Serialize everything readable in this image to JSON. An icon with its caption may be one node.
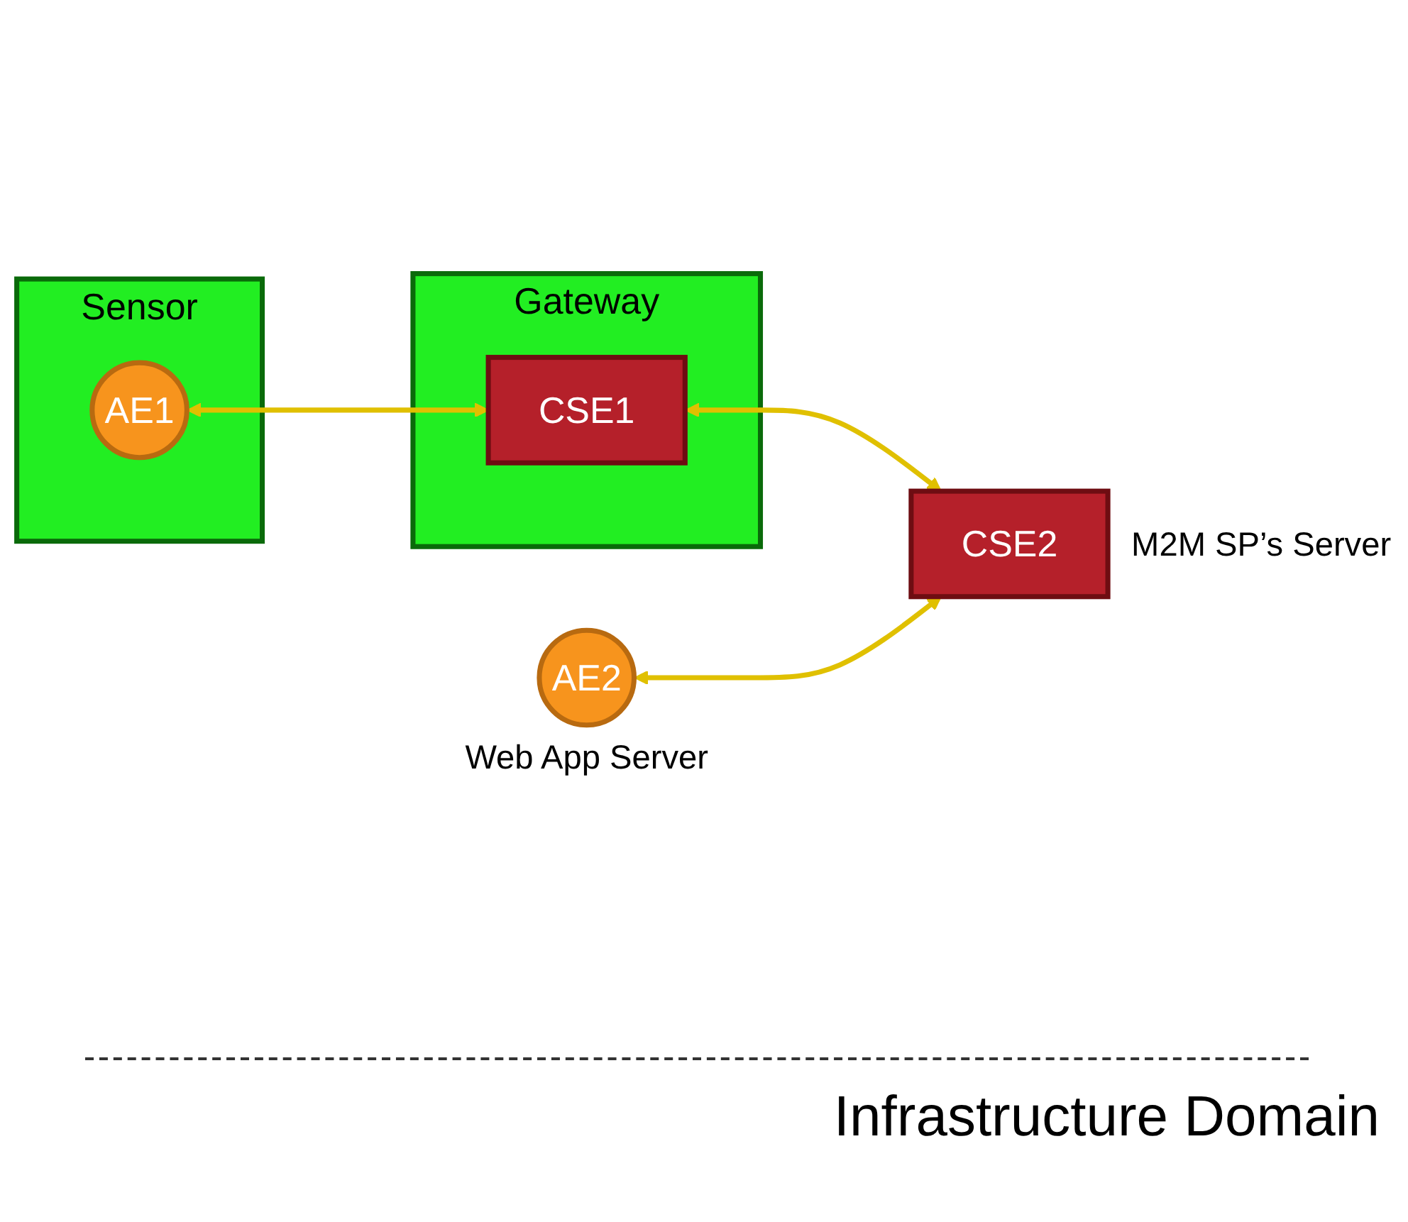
{
  "diagram": {
    "nodes": [
      {
        "text": [
          "Sensor"
        ]
      },
      {
        "text": [
          "AE1"
        ],
        "in": 0
      },
      {
        "text": [
          "Gateway"
        ]
      },
      {
        "text": [
          "CSE1"
        ],
        "in": 2
      },
      {
        "text": [
          "AE2"
        ],
        "beside": [
          "Web App Server"
        ]
      },
      {
        "text": [
          "CSE2"
        ],
        "beside": [
          "M2M SP’s Server"
        ]
      }
    ],
    "edges": [
      {
        "from": 1,
        "to": 3,
        "arrow": "both"
      },
      {
        "from": 3,
        "to": 5,
        "arrow": "both"
      },
      {
        "from": 4,
        "to": 5,
        "arrow": "both"
      }
    ],
    "labels": [
      "Infrastructure Domain"
    ]
  }
}
